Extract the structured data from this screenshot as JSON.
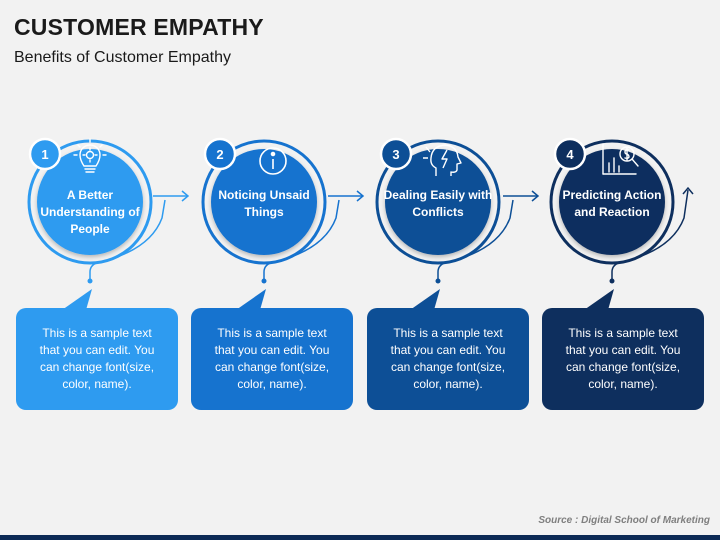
{
  "title": "CUSTOMER EMPATHY",
  "subtitle": "Benefits of Customer Empathy",
  "steps": [
    {
      "number": "1",
      "label": "A Better Understanding of People",
      "icon": "lightbulb-gear-icon",
      "color": "#2e9bf0",
      "box_text": "This is a sample text that you can edit. You can change font(size, color, name)."
    },
    {
      "number": "2",
      "label": "Noticing Unsaid Things",
      "icon": "info-icon",
      "color": "#1673cf",
      "box_text": "This is a sample text that you can edit. You can change font(size, color, name)."
    },
    {
      "number": "3",
      "label": "Dealing Easily with Conflicts",
      "icon": "head-lightning-icon",
      "color": "#0d4f96",
      "box_text": "This is a sample text that you can edit. You can change font(size, color, name)."
    },
    {
      "number": "4",
      "label": "Predicting Action and Reaction",
      "icon": "chart-dollar-magnifier-icon",
      "color": "#0e2f5e",
      "box_text": "This is a sample text that you can edit. You can change font(size, color, name)."
    }
  ],
  "source": "Source : Digital School of Marketing"
}
